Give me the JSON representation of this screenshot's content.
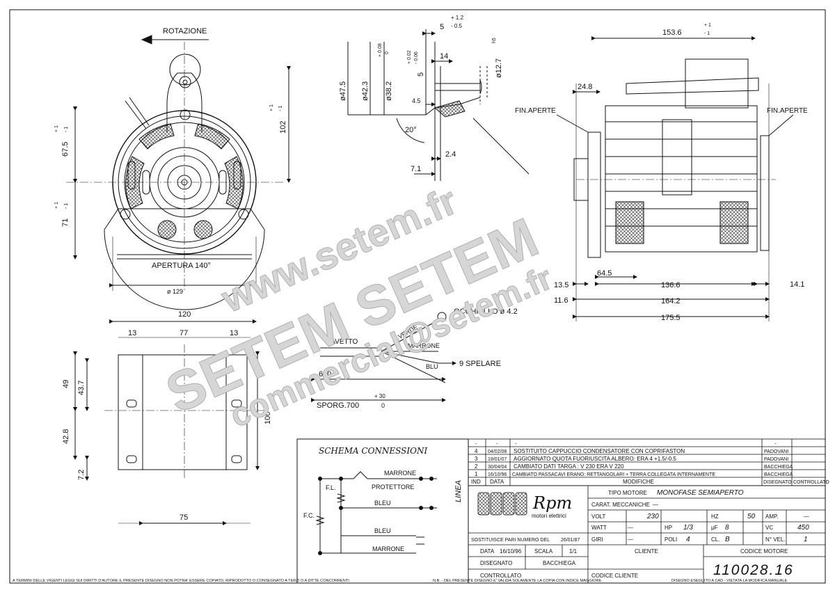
{
  "front_view": {
    "rotation_label": "ROTAZIONE",
    "dim_67_5": "67.5",
    "dim_71": "71",
    "tol_plus1": "+ 1",
    "tol_minus1": "- 1",
    "dim_102": "102",
    "opening_label": "APERTURA 140°",
    "diameter_129": "ø 129"
  },
  "bottom_view": {
    "dim_120": "120",
    "dim_13_left": "13",
    "dim_77": "77",
    "dim_13_right": "13",
    "dim_49": "49",
    "dim_43_7": "43.7",
    "dim_42_8": "42.8",
    "dim_7_2": "7.2",
    "dim_100": "100",
    "dim_75": "75"
  },
  "shaft_detail": {
    "dim_5": "5",
    "tol_5_a": "+ 1.2",
    "tol_5_b": "- 0.5",
    "dim_14": "14",
    "dim_5_b": "5",
    "tol_5b_a": "+ 0.02",
    "tol_5b_b": "- 0.06",
    "dia_47_5": "ø47.5",
    "dia_42_3": "ø42.3",
    "dia_38_2": "ø38.2",
    "tol_38_a": "+ 0.08",
    "tol_38_b": "0",
    "dia_12_7": "ø12.7",
    "tol_12_7": "h5",
    "dim_4_5": "4.5",
    "angle_20": "20°",
    "dim_2_4": "2.4",
    "dim_7_1": "7.1"
  },
  "side_view": {
    "dim_153_6": "153.6",
    "dim_24_8": "24.8",
    "fin_aperte_left": "FIN.APERTE",
    "fin_aperte_right": "FIN.APERTE",
    "dim_64_5": "64.5",
    "dim_13_5": "13.5",
    "dim_136_6": "136.6",
    "dim_14_1": "14.1",
    "dim_11_6": "11.6",
    "dim_164_2": "164.2",
    "dim_175_5": "175.5"
  },
  "cable_detail": {
    "occhiello": "OCCHIELLO ø 4.2",
    "giallo_verde": "G.VERDE",
    "cavetto": "CAVETTO",
    "marrone": "MARRONE",
    "blu": "BLU",
    "spelare": "9 SPELARE",
    "dim_660": "660",
    "sporg": "SPORG.700",
    "tol_a": "+ 30",
    "tol_b": "0"
  },
  "schema": {
    "title": "SCHEMA CONNESSIONI",
    "marrone_top": "MARRONE",
    "protettore": "PROTETTORE",
    "fl": "F.L.",
    "fc": "F.C.",
    "bleu_mid": "BLEU",
    "bleu_low": "BLEU",
    "marrone_low": "MARRONE",
    "linea": "LINEA"
  },
  "modifications": {
    "header_ind": "IND",
    "header_data": "DATA",
    "header_mod": "MODIFICHE",
    "header_dis": "DISEGNATO",
    "header_ctrl": "CONTROLLATO",
    "rows": [
      {
        "ind": "-",
        "date": "-",
        "text": "-",
        "by": "-"
      },
      {
        "ind": "4",
        "date": "04/02/08",
        "text": "SOSTITUITO CAPPUCCIO CONDENSATORE CON COPRIFASTON",
        "by": "PADOVANI"
      },
      {
        "ind": "3",
        "date": "19/01/07",
        "text": "AGGIORNATO QUOTA FUORIUSCITA ALBERO: ERA 4 +1.5/-0.5",
        "by": "PADOVANI"
      },
      {
        "ind": "2",
        "date": "30/04/04",
        "text": "CAMBIATO DATI TARGA : V 230 ERA  V 220",
        "by": "BACCHIEGA"
      },
      {
        "ind": "1",
        "date": "16/10/96",
        "text": "CAMBIATO PASSACAVI ERANO: RETTANGOLARI + TERRA COLLEGATA INTERNAMENTE",
        "by": "BACCHIEGA"
      }
    ]
  },
  "title_block": {
    "logo_name": "Rpm",
    "logo_sub": "motori elettrici",
    "tipo_label": "TIPO MOTORE",
    "tipo_value": "MONOFASE SEMIAPERTO",
    "carat_label": "CARAT. MECCANICHE",
    "carat_value": "—",
    "volt_label": "VOLT",
    "volt_value": "230",
    "hz_label": "HZ",
    "hz_value": "50",
    "amp_label": "AMP.",
    "amp_value": "—",
    "watt_label": "WATT",
    "watt_value": "—",
    "hp_label": "HP",
    "hp_value": "1/3",
    "uf_label": "μF",
    "uf_value": "8",
    "vc_label": "VC",
    "vc_value": "450",
    "giri_label": "GIRI",
    "giri_value": "—",
    "poli_label": "POLI",
    "poli_value": "4",
    "cl_label": "CL.",
    "cl_value": "B",
    "nvel_label": "N° VEL.",
    "nvel_value": "1",
    "sostituisce_label": "SOSTITUISCE PARI NUMERO DEL",
    "sostituisce_value": "26/01/87",
    "data_label": "DATA",
    "data_value": "16/10/96",
    "scala_label": "SCALA",
    "scala_value": "1/1",
    "disegnato_label": "DISEGNATO",
    "disegnato_value": "BACCHIEGA",
    "controllato_label": "CONTROLLATO",
    "cliente_label": "CLIENTE",
    "codice_cliente_label": "CODICE CLIENTE",
    "codice_motore_label": "CODICE MOTORE",
    "codice_motore_value": "110028.16"
  },
  "footer": {
    "left": "A TERMINI DELLE VIGENTI LEGGI SUI DIRITTI D'AUTORE IL PRESENTE DISEGNO NON POTRA' ESSERE COPIATO, RIPRODOTTO O CONSEGNATO A TERZI O A DITTE CONCORRENTI.",
    "mid": "N.B. - DEL PRESENTE DISEGNO E' VALIDA SOLAMENTE LA COPIA CON INDICE MAGGIORE.",
    "right": "DISEGNO ESEGUITO A CAD - VIETATA LA MODIFICA MANUALE"
  },
  "watermark": {
    "line1": "www.setem.fr",
    "line2": "SETEM SETEM",
    "line3": "commercial@setem.fr"
  },
  "colors": {
    "ink": "#111111",
    "watermark": "#d6d6d6"
  }
}
